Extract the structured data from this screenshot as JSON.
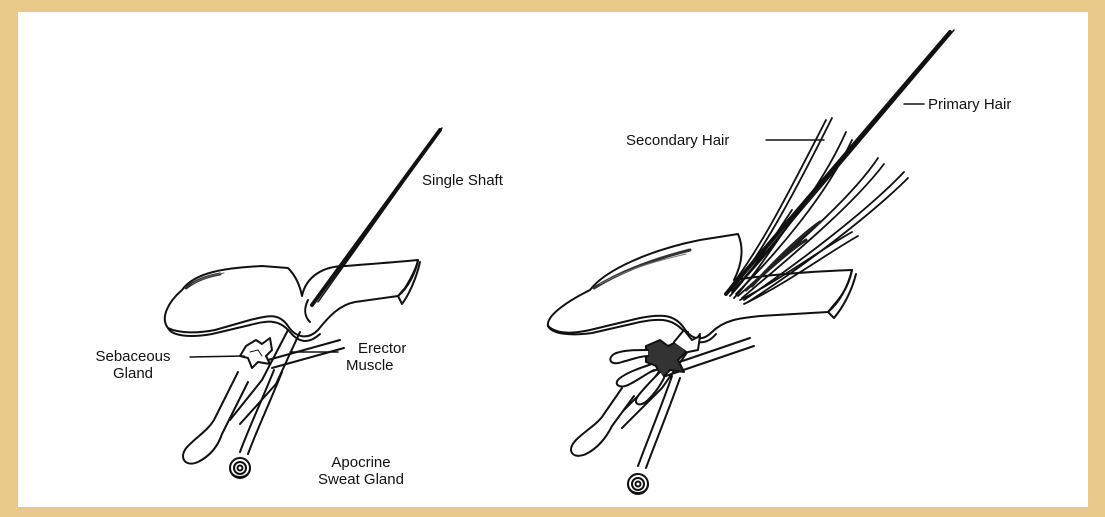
{
  "colors": {
    "border": "#e8c98a",
    "panel": "#ffffff",
    "ink": "#111111"
  },
  "left_diagram": {
    "shaft_label": "Single Shaft",
    "sebaceous_label_line1": "Sebaceous",
    "sebaceous_label_line2": "Gland",
    "erector_label_line1": "Erector",
    "erector_label_line2": "Muscle",
    "apocrine_label_line1": "Apocrine",
    "apocrine_label_line2": "Sweat Gland"
  },
  "right_diagram": {
    "secondary_label": "Secondary Hair",
    "primary_label": "Primary Hair"
  }
}
